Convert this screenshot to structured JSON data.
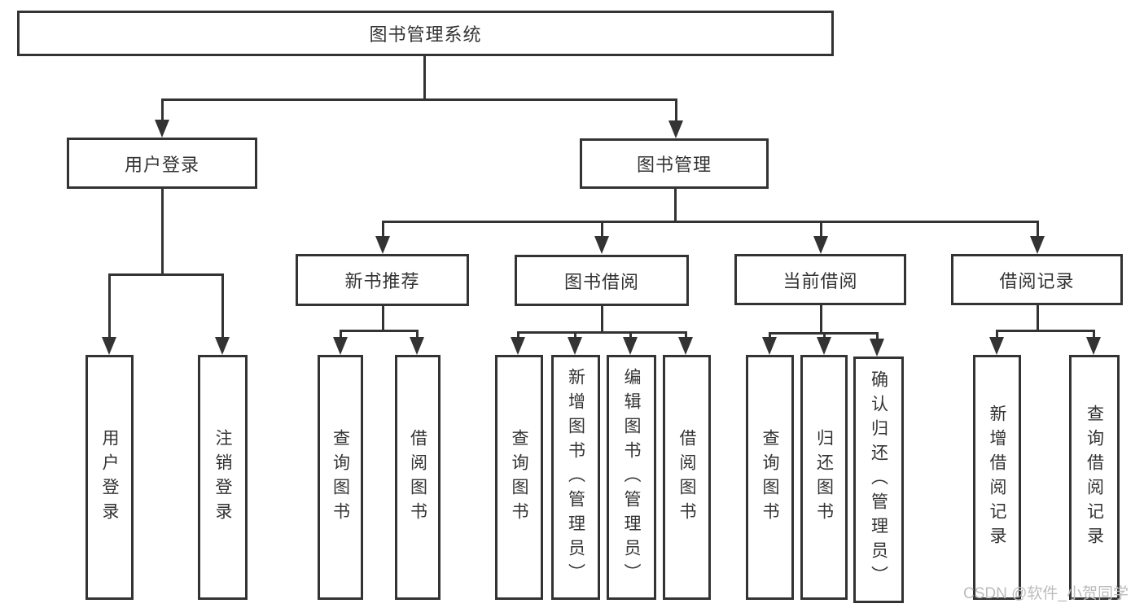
{
  "tree": {
    "label": "图书管理系统",
    "children": [
      {
        "label": "用户登录",
        "children": [
          {
            "label": "用户登录"
          },
          {
            "label": "注销登录"
          }
        ]
      },
      {
        "label": "图书管理",
        "children": [
          {
            "label": "新书推荐",
            "children": [
              {
                "label": "查询图书"
              },
              {
                "label": "借阅图书"
              }
            ]
          },
          {
            "label": "图书借阅",
            "children": [
              {
                "label": "查询图书"
              },
              {
                "label": "新增图书（管理员）"
              },
              {
                "label": "编辑图书（管理员）"
              },
              {
                "label": "借阅图书"
              }
            ]
          },
          {
            "label": "当前借阅",
            "children": [
              {
                "label": "查询图书"
              },
              {
                "label": "归还图书"
              },
              {
                "label": "确认归还（管理员）"
              }
            ]
          },
          {
            "label": "借阅记录",
            "children": [
              {
                "label": "新增借阅记录"
              },
              {
                "label": "查询借阅记录"
              }
            ]
          }
        ]
      }
    ]
  },
  "watermark": {
    "text": "CSDN @软件_小贺同学"
  },
  "colors": {
    "line": "#333333",
    "text": "#333333",
    "watermark": "#bcbcbc",
    "background": "#ffffff"
  }
}
